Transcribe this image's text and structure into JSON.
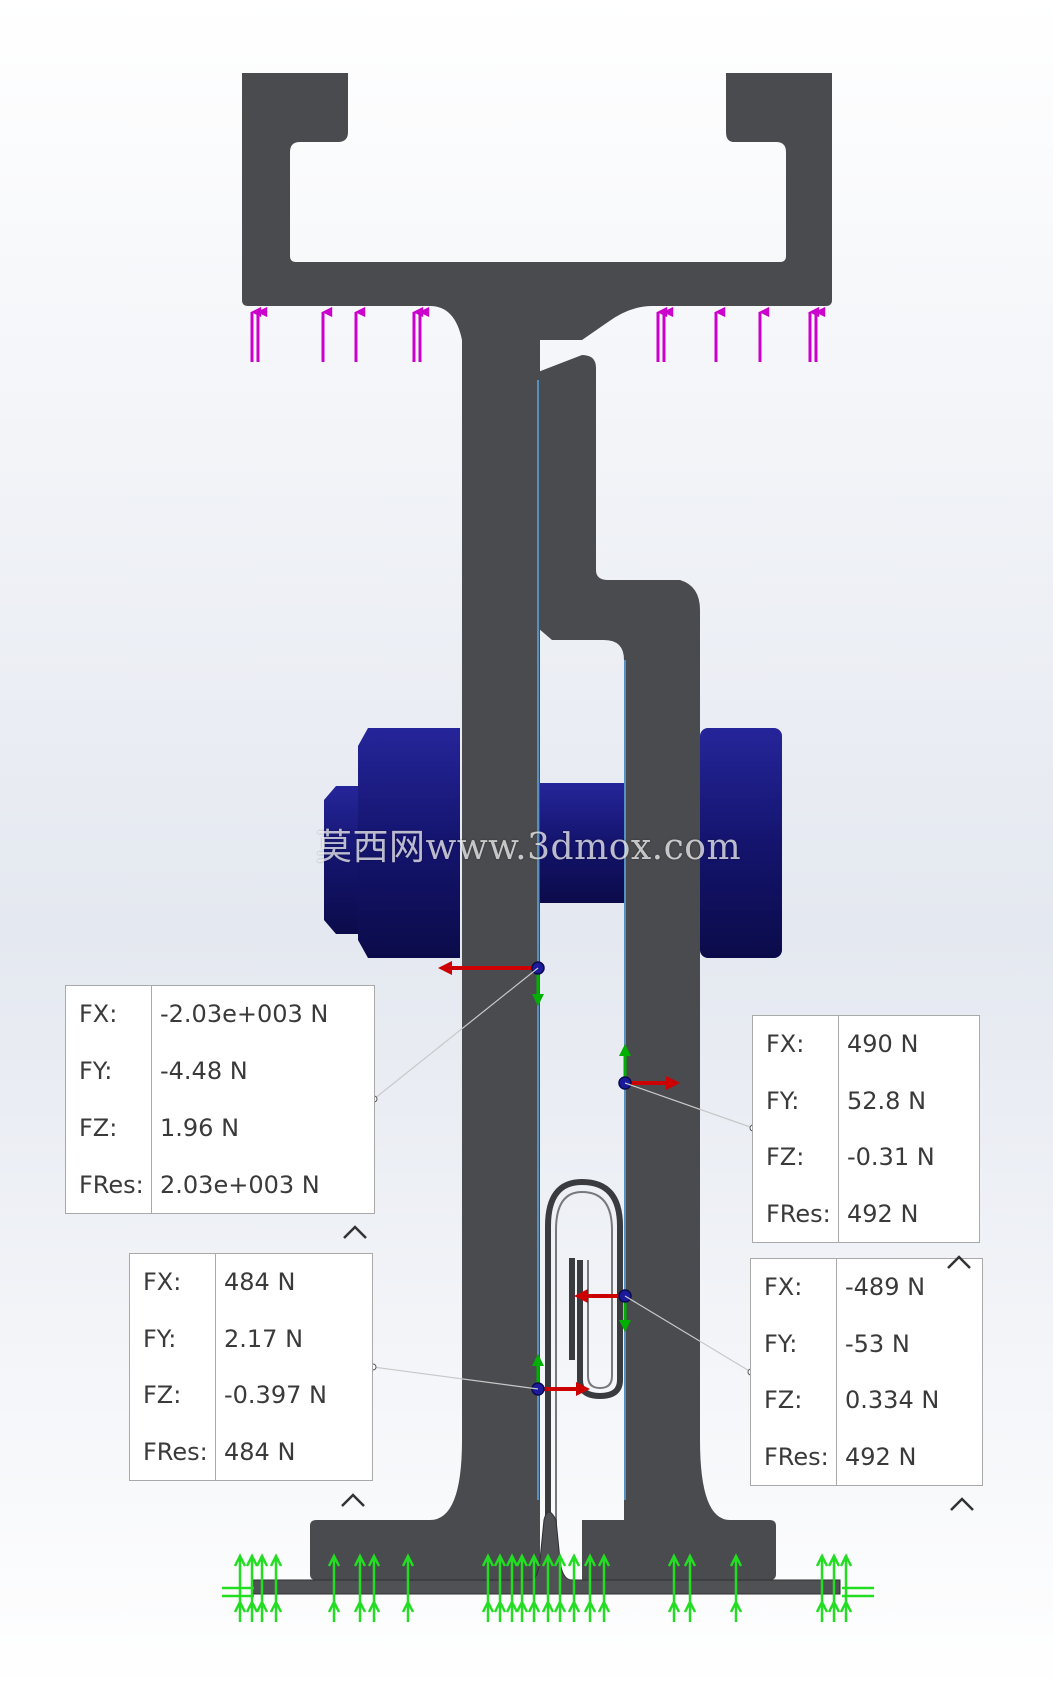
{
  "watermark": "莫西网www.3dmox.com",
  "colors": {
    "part": "#4a4b4f",
    "bolt": "#1a1a7e",
    "load_arrow": "#cc00cc",
    "force_x": "#cc0000",
    "force_y": "#00b000",
    "fixture": "#22dd22"
  },
  "callouts": [
    {
      "id": "c1",
      "rows": [
        {
          "label": "FX:",
          "value": "-2.03e+003 N"
        },
        {
          "label": "FY:",
          "value": "-4.48 N"
        },
        {
          "label": "FZ:",
          "value": "1.96 N"
        },
        {
          "label": "FRes:",
          "value": "2.03e+003 N"
        }
      ]
    },
    {
      "id": "c2",
      "rows": [
        {
          "label": "FX:",
          "value": "490 N"
        },
        {
          "label": "FY:",
          "value": "52.8 N"
        },
        {
          "label": "FZ:",
          "value": "-0.31 N"
        },
        {
          "label": "FRes:",
          "value": "492 N"
        }
      ]
    },
    {
      "id": "c3",
      "rows": [
        {
          "label": "FX:",
          "value": "484 N"
        },
        {
          "label": "FY:",
          "value": "2.17 N"
        },
        {
          "label": "FZ:",
          "value": "-0.397 N"
        },
        {
          "label": "FRes:",
          "value": "484 N"
        }
      ]
    },
    {
      "id": "c4",
      "rows": [
        {
          "label": "FX:",
          "value": "-489 N"
        },
        {
          "label": "FY:",
          "value": "-53 N"
        },
        {
          "label": "FZ:",
          "value": "0.334 N"
        },
        {
          "label": "FRes:",
          "value": "492 N"
        }
      ]
    }
  ]
}
